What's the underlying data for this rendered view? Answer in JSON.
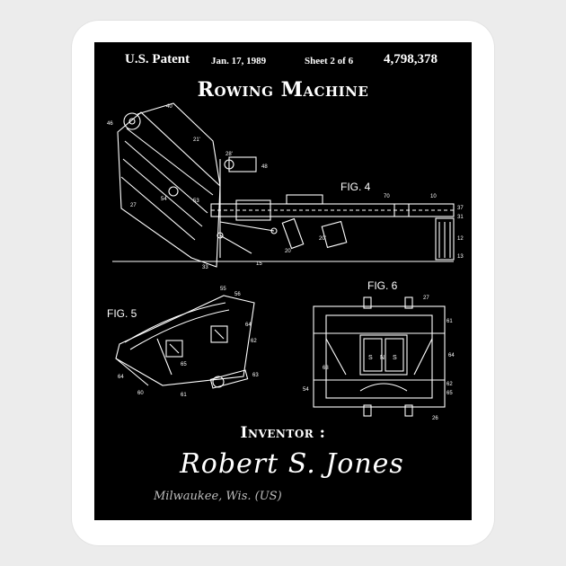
{
  "header": {
    "patent_label": "U.S. Patent",
    "date": "Jan. 17, 1989",
    "sheet": "Sheet 2 of 6",
    "patent_number": "4,798,378"
  },
  "title": "Rowing Machine",
  "figures": {
    "fig4": "FIG. 4",
    "fig5": "FIG. 5",
    "fig6": "FIG. 6"
  },
  "inventor": {
    "label": "Inventor :",
    "name": "Robert S. Jones",
    "location": "Milwaukee, Wis. (US)"
  },
  "colors": {
    "background": "#000000",
    "ink": "#ffffff",
    "sticker": "#ffffff",
    "page": "#ececec"
  }
}
